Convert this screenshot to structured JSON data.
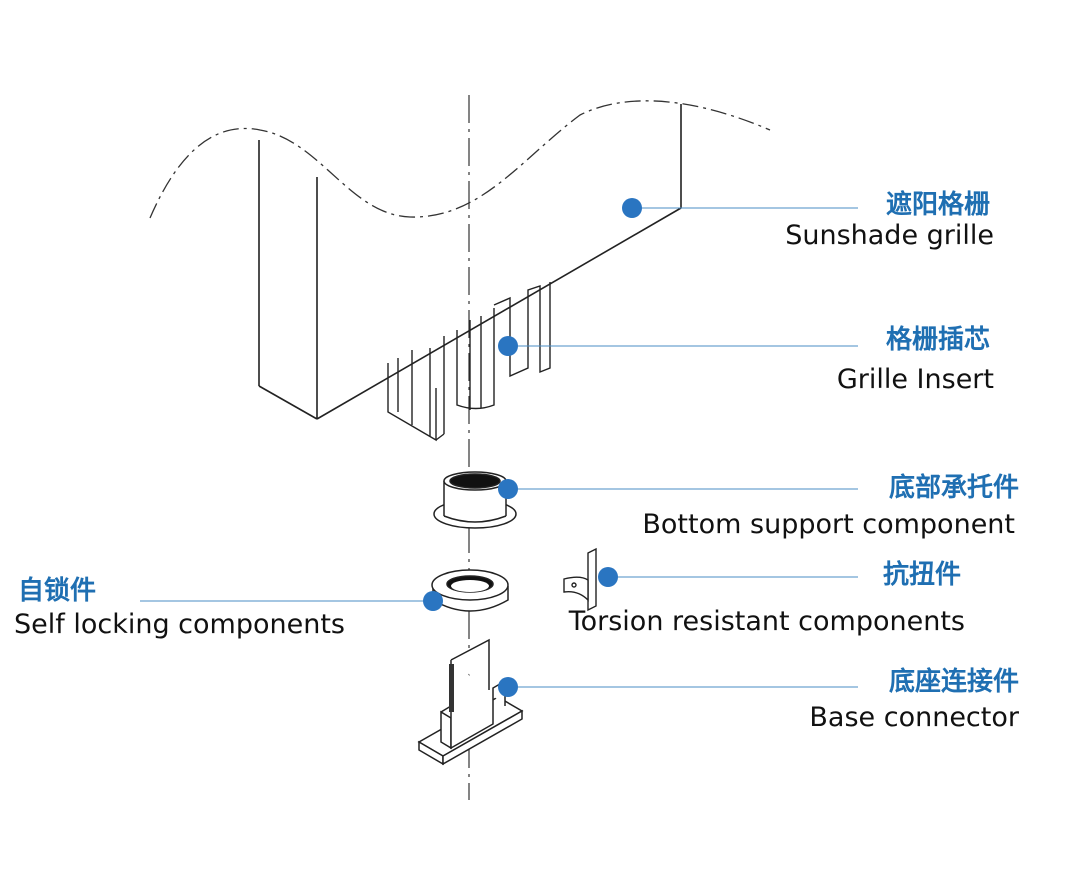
{
  "colors": {
    "accent": "#1f6fb2",
    "line": "#222222",
    "leader": "#4a8cc4",
    "dot": "#2a75c1"
  },
  "labels": {
    "sunshade_grille": {
      "zh": "遮阳格栅",
      "en": "Sunshade grille"
    },
    "grille_insert": {
      "zh": "格栅插芯",
      "en": "Grille Insert"
    },
    "bottom_support": {
      "zh": "底部承托件",
      "en": "Bottom support component"
    },
    "torsion_resistant": {
      "zh": "抗扭件",
      "en": "Torsion resistant components"
    },
    "self_locking": {
      "zh": "自锁件",
      "en": "Self locking components"
    },
    "base_connector": {
      "zh": "底座连接件",
      "en": "Base connector"
    }
  }
}
